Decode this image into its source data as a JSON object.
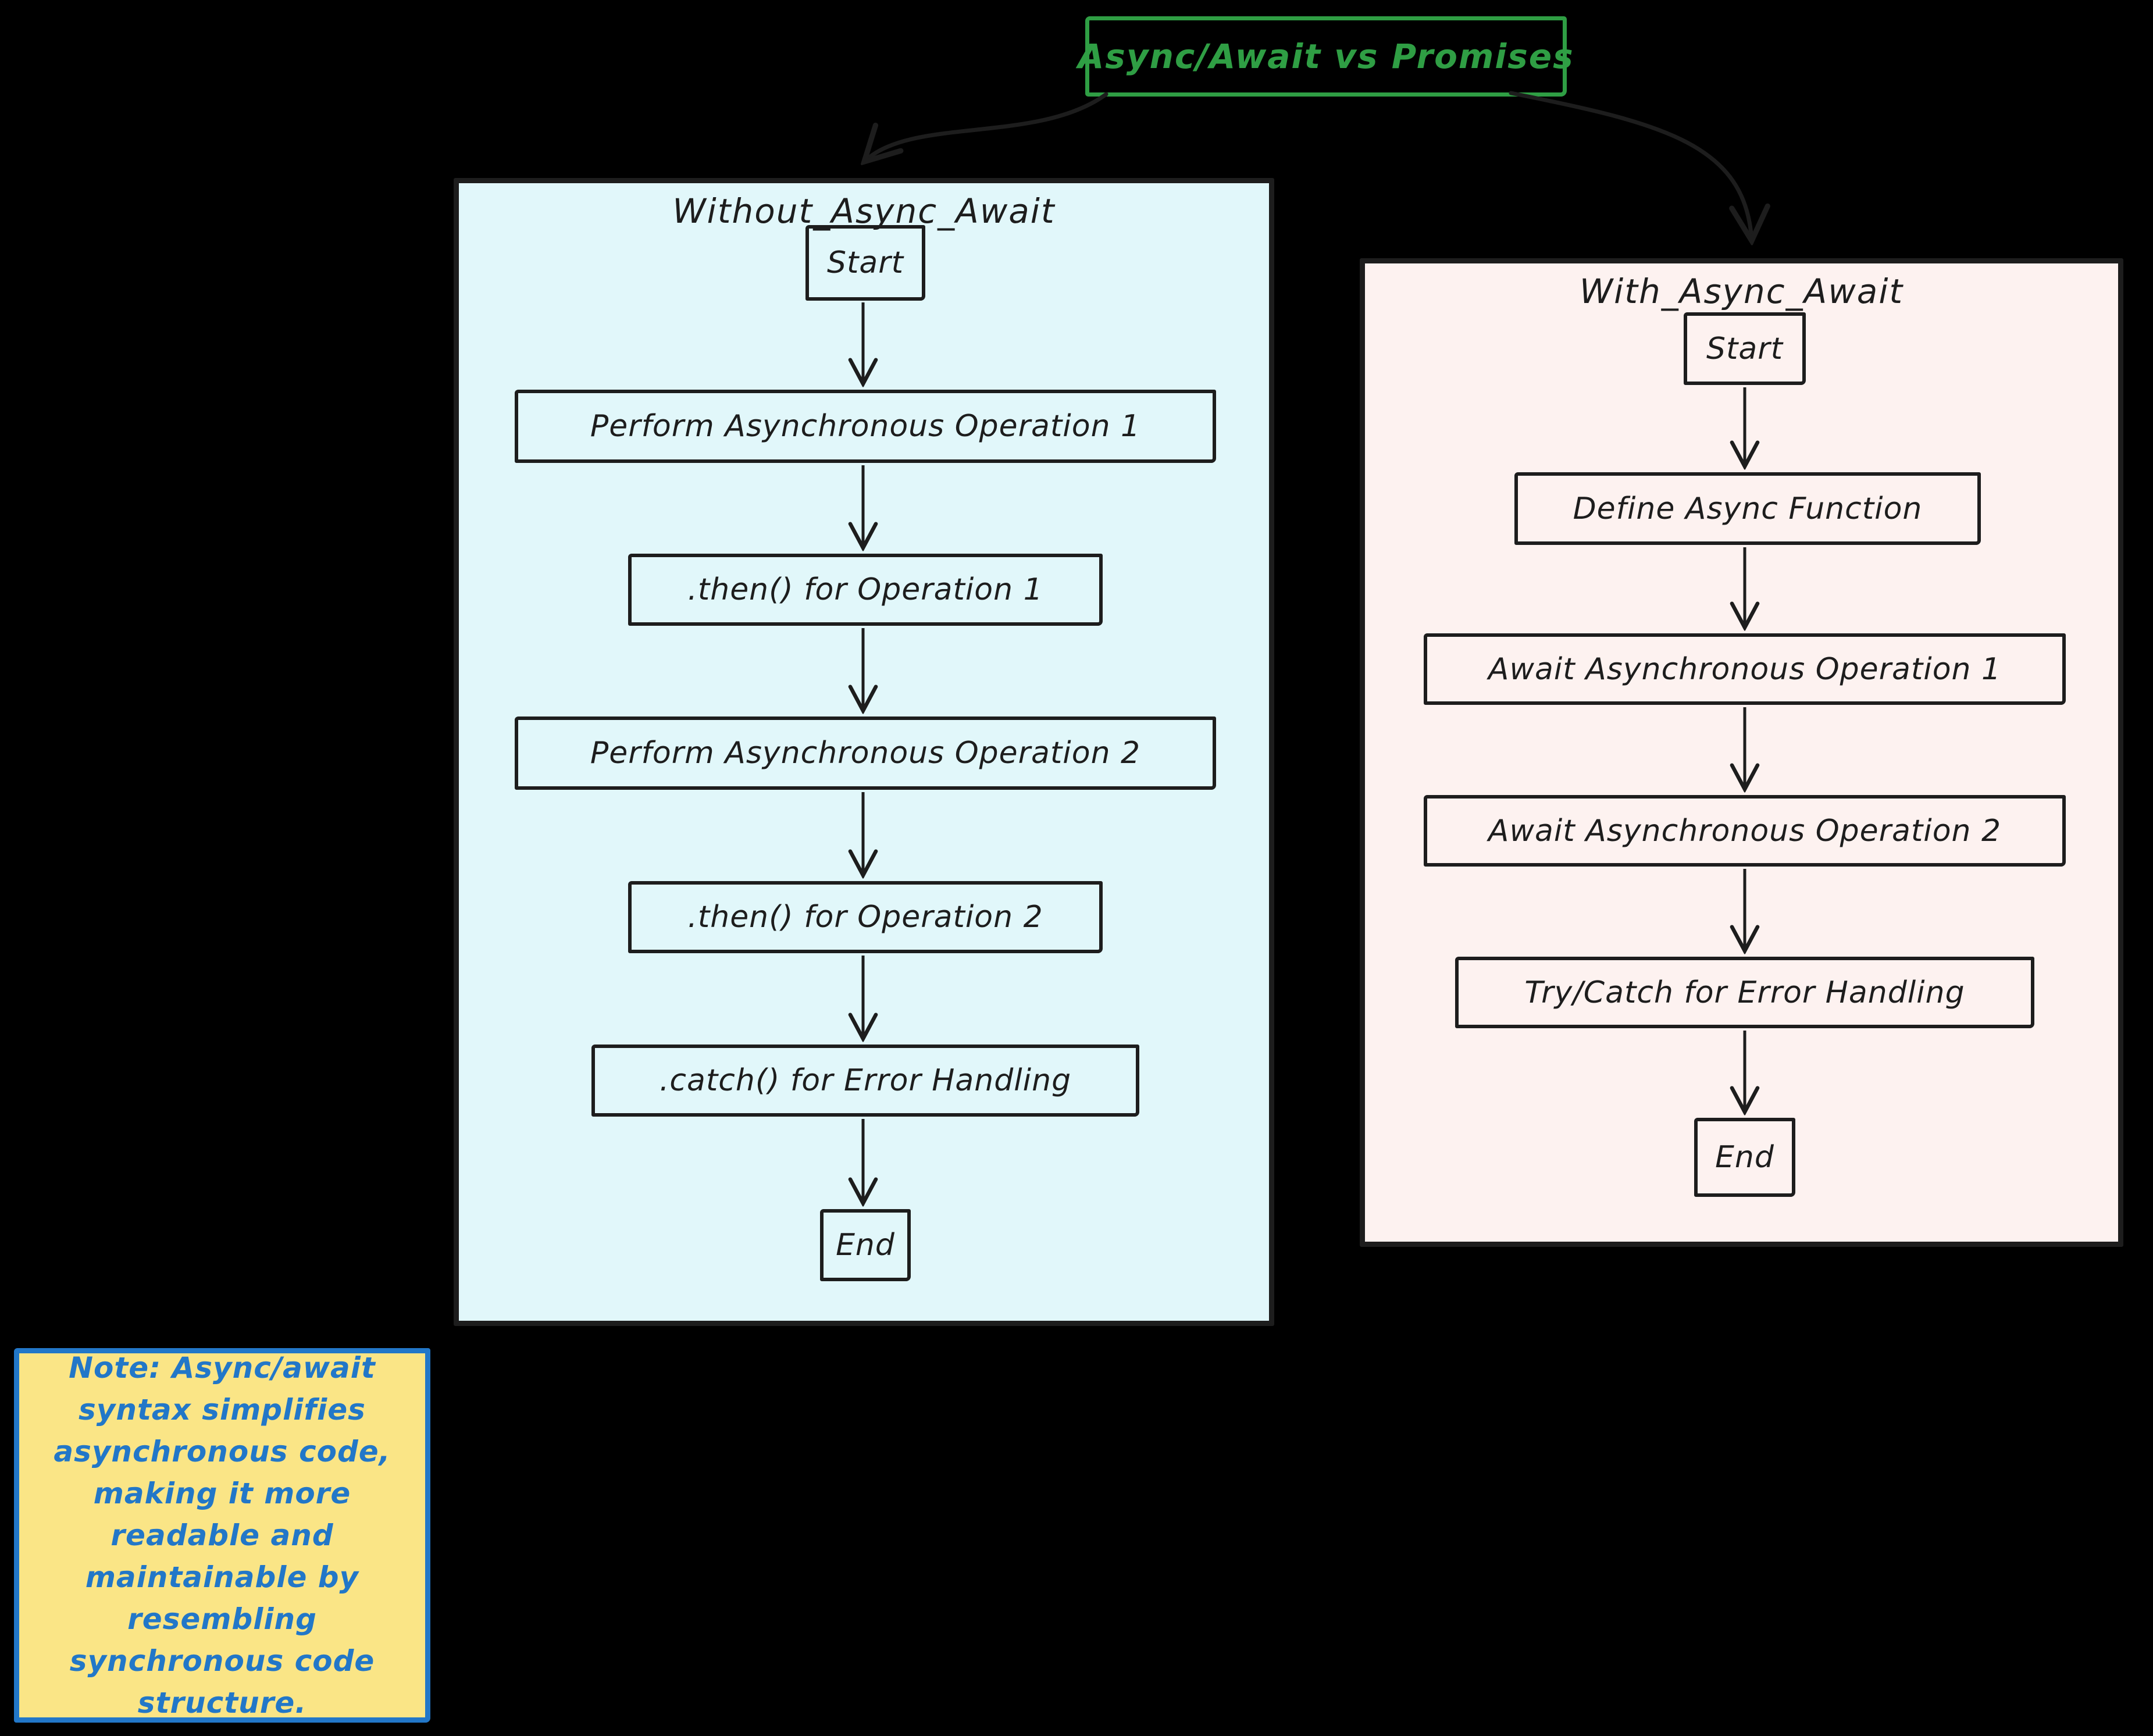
{
  "diagram_title": {
    "label": "Async/Await vs Promises"
  },
  "left_panel": {
    "title": "Without_Async_Await",
    "nodes": {
      "start": "Start",
      "op1": "Perform Asynchronous Operation 1",
      "then1": ".then() for Operation 1",
      "op2": "Perform Asynchronous Operation 2",
      "then2": ".then() for Operation 2",
      "catch": ".catch() for Error Handling",
      "end": "End"
    }
  },
  "right_panel": {
    "title": "With_Async_Await",
    "nodes": {
      "start": "Start",
      "define": "Define Async Function",
      "await1": "Await Asynchronous Operation 1",
      "await2": "Await Asynchronous Operation 2",
      "trycatch": "Try/Catch for Error Handling",
      "end": "End"
    }
  },
  "note": {
    "text": "Note: Async/await syntax simplifies asynchronous code, making it more readable and maintainable by resembling synchronous code structure."
  },
  "colors": {
    "canvas_bg": "#000000",
    "stroke": "#1d1d1d",
    "title_green": "#2f9e44",
    "left_panel_bg": "#e1f7fa",
    "right_panel_bg": "#fdf2f0",
    "note_bg": "#fae586",
    "note_blue": "#2277c8"
  }
}
